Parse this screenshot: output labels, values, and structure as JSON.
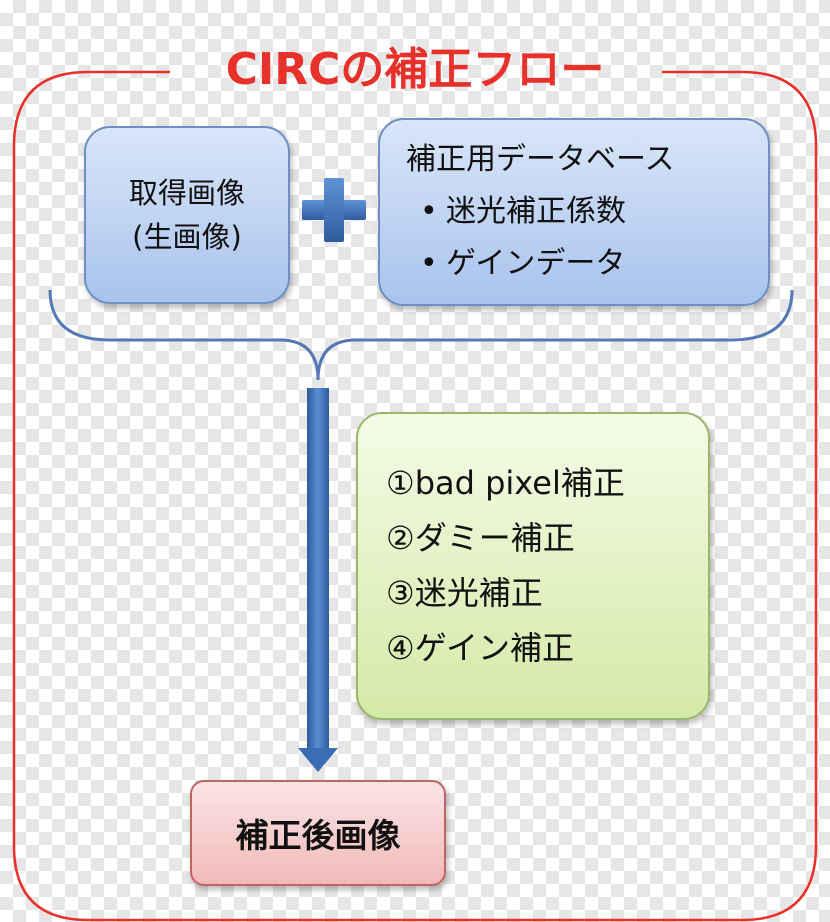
{
  "title": "CIRCの補正フロー",
  "raw_image": {
    "line1": "取得画像",
    "line2": "(生画像)"
  },
  "database": {
    "heading": "補正用データベース",
    "bullet": "•",
    "items": [
      "迷光補正係数",
      "ゲインデータ"
    ]
  },
  "steps": [
    "①bad pixel補正",
    "②ダミー補正",
    "③迷光補正",
    "④ゲイン補正"
  ],
  "result": "補正後画像",
  "colors": {
    "frame": "#e8312a",
    "arrow": "#3b6db5",
    "plus": "#3b6db5",
    "brace": "#5479b6"
  }
}
